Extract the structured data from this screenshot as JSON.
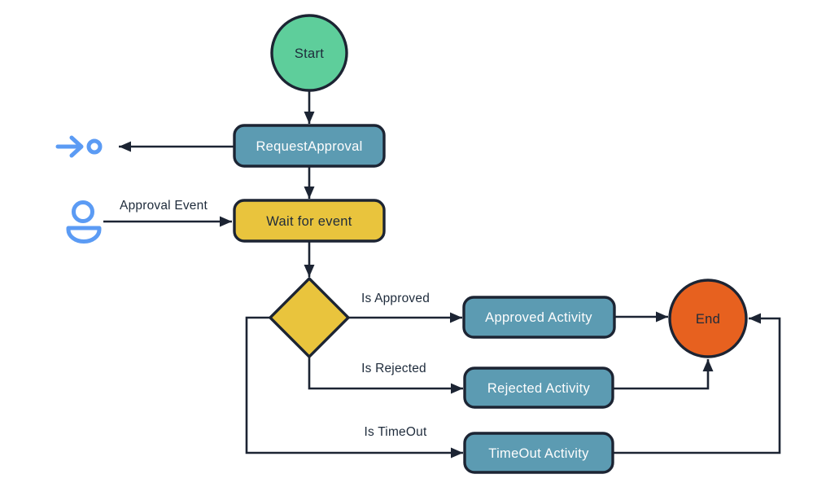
{
  "diagram": {
    "title": "approval-workflow-flowchart",
    "nodes": {
      "start": {
        "label": "Start",
        "fill": "#5ECE9B",
        "type": "start-event"
      },
      "request_approval": {
        "label": "RequestApproval",
        "fill": "#5C9BB2",
        "type": "activity"
      },
      "wait_for_event": {
        "label": "Wait for event",
        "fill": "#E9C43D",
        "type": "wait-event"
      },
      "decision": {
        "label": "",
        "fill": "#E9C43D",
        "type": "exclusive-gateway"
      },
      "approved_activity": {
        "label": "Approved Activity",
        "fill": "#5C9BB2",
        "type": "activity"
      },
      "rejected_activity": {
        "label": "Rejected Activity",
        "fill": "#5C9BB2",
        "type": "activity"
      },
      "timeout_activity": {
        "label": "TimeOut Activity",
        "fill": "#5C9BB2",
        "type": "activity"
      },
      "end": {
        "label": "End",
        "fill": "#E7611F",
        "type": "end-event"
      }
    },
    "edge_labels": {
      "approval_event": "Approval Event",
      "is_approved": "Is Approved",
      "is_rejected": "Is Rejected",
      "is_timeout": "Is TimeOut"
    },
    "icons": {
      "send_to_endpoint": "arrow-to-endpoint-icon",
      "approver": "person-icon"
    },
    "colors": {
      "line": "#1C2433",
      "node_border": "#1C2433",
      "start_fill": "#5ECE9B",
      "activity_fill": "#5C9BB2",
      "event_fill": "#E9C43D",
      "end_fill": "#E7611F",
      "icon_blue": "#5B9BF4",
      "label_text": "#1E2B3B",
      "activity_text": "#FDFDFD"
    }
  }
}
